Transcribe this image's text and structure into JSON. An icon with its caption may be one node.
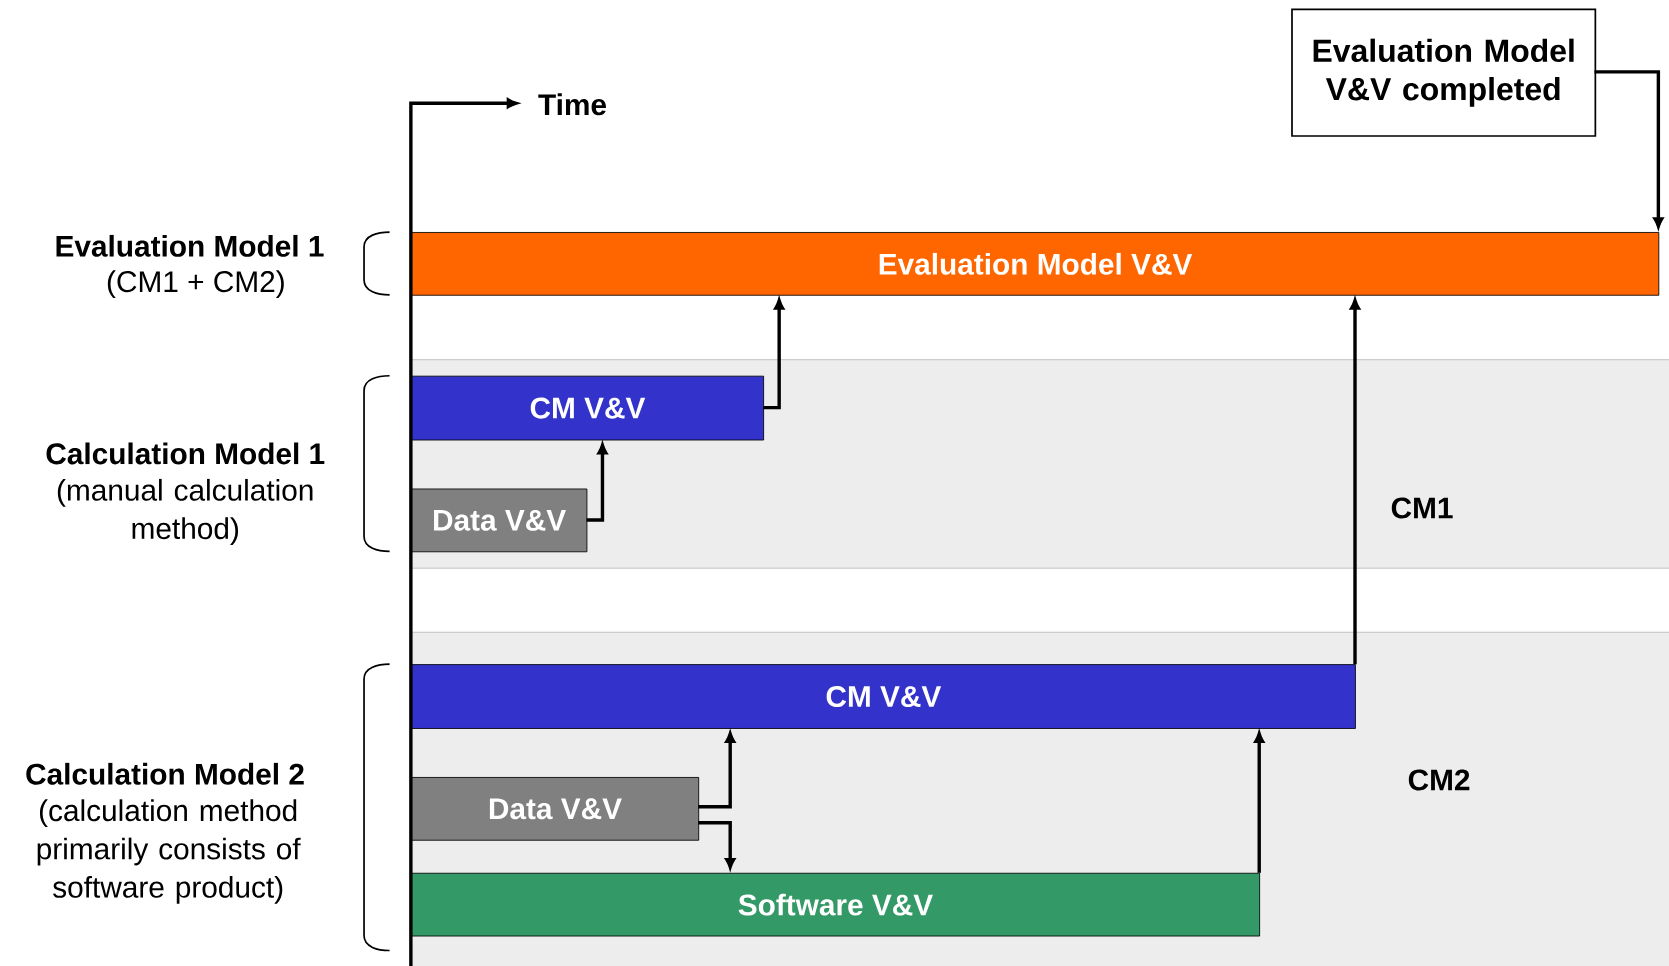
{
  "diagram": {
    "nodes": [
      {
        "text": [
          "Evaluation Model V&V completed"
        ]
      },
      {
        "text": [
          "Evaluation Model V&V"
        ]
      },
      {
        "text": [
          "CM1"
        ]
      },
      {
        "text": [
          "CM V&V"
        ],
        "in": 2
      },
      {
        "text": [
          "Data V&V"
        ],
        "in": 2
      },
      {
        "text": [
          "CM2"
        ]
      },
      {
        "text": [
          "CM V&V"
        ],
        "in": 5
      },
      {
        "text": [
          "Data V&V"
        ],
        "in": 5
      },
      {
        "text": [
          "Software V&V"
        ],
        "in": 5
      }
    ],
    "edges": [
      {
        "from": 0,
        "to": 1,
        "arrow": "to"
      },
      {
        "from": 3,
        "to": 1,
        "arrow": "to"
      },
      {
        "from": 4,
        "to": 3,
        "arrow": "to"
      },
      {
        "from": 6,
        "to": 1,
        "arrow": "to"
      },
      {
        "from": 7,
        "to": 6,
        "arrow": "to"
      },
      {
        "from": 7,
        "to": 8,
        "arrow": "to"
      },
      {
        "from": 8,
        "to": 6,
        "arrow": "to"
      }
    ],
    "labels": [
      "Time",
      "Evaluation Model 1",
      "(CM1 + CM2)",
      "Calculation Model 1",
      "(manual calculation method)",
      "Calculation Model 2",
      "(calculation method primarily consists of software product)"
    ]
  }
}
